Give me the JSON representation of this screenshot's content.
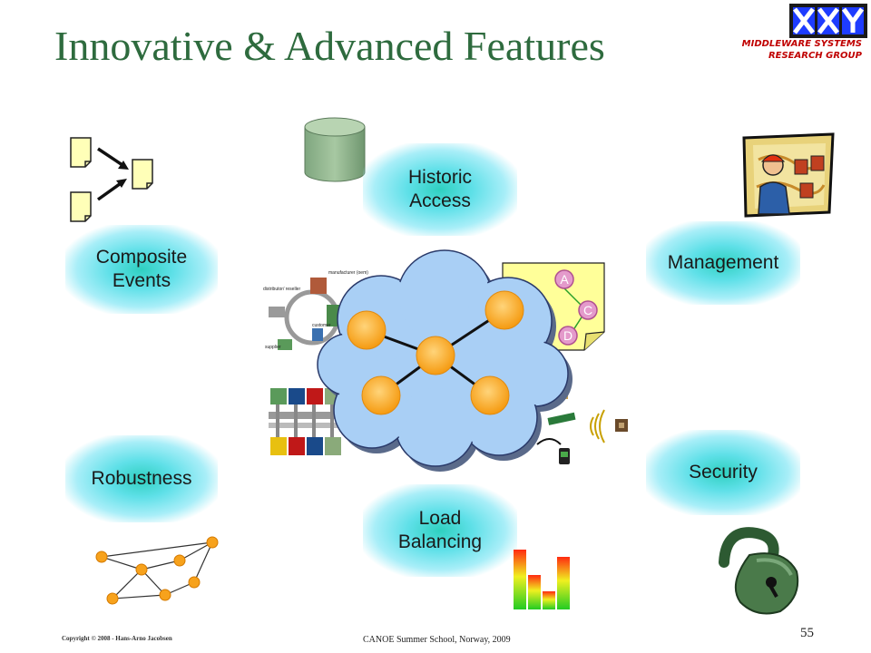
{
  "slide": {
    "title": "Innovative & Advanced Features",
    "logo": {
      "line1": "MIDDLEWARE SYSTEMS",
      "line2": "RESEARCH GROUP"
    },
    "features": {
      "historic_line1": "Historic",
      "historic_line2": "Access",
      "composite_line1": "Composite",
      "composite_line2": "Events",
      "management": "Management",
      "robustness": "Robustness",
      "security": "Security",
      "load_line1": "Load",
      "load_line2": "Balancing"
    },
    "diagram_labels": {
      "node_a": "A",
      "node_c": "C",
      "node_d": "D",
      "manufacturer": "manufacturer (oem)",
      "distributor": "distributor/ reseller",
      "customer": "customer",
      "supplier": "supplier"
    },
    "footer": {
      "copyright": "Copyright © 2008 - Hans-Arno Jacobsen",
      "event": "CANOE Summer School, Norway, 2009",
      "page_number": "55"
    },
    "colors": {
      "title": "#2e6b3e",
      "logo_text": "#c00000",
      "cloud": "#a9cff5",
      "node": "#f7a21c"
    }
  }
}
